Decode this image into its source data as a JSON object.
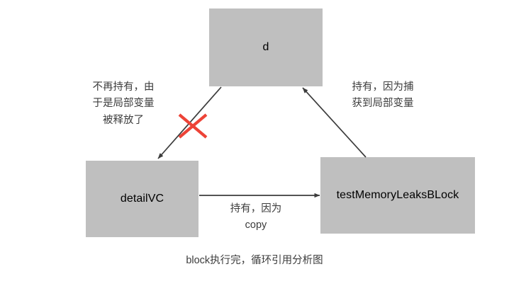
{
  "diagram": {
    "caption": "block执行完，循环引用分析图",
    "colors": {
      "node_fill": "#bfbfbf",
      "node_text": "#000000",
      "edge_line": "#3c3c3c",
      "label_text": "#3c3c3c",
      "cross_mark": "#ed4337",
      "background": "#ffffff"
    },
    "nodes": [
      {
        "id": "d",
        "label": "d"
      },
      {
        "id": "detailvc",
        "label": "detailVC"
      },
      {
        "id": "block",
        "label": "testMemoryLeaksBLock"
      }
    ],
    "edges": [
      {
        "id": "d-to-detailvc",
        "from": "d",
        "to": "detailvc",
        "label": "不再持有，由\n于是局部变量\n被释放了",
        "broken": true,
        "cross_icon": "red-cross-icon"
      },
      {
        "id": "block-to-d",
        "from": "block",
        "to": "d",
        "label": "持有，因为捕\n获到局部变量",
        "broken": false
      },
      {
        "id": "detailvc-to-block",
        "from": "detailvc",
        "to": "block",
        "label": "持有，因为\ncopy",
        "broken": false
      }
    ]
  }
}
